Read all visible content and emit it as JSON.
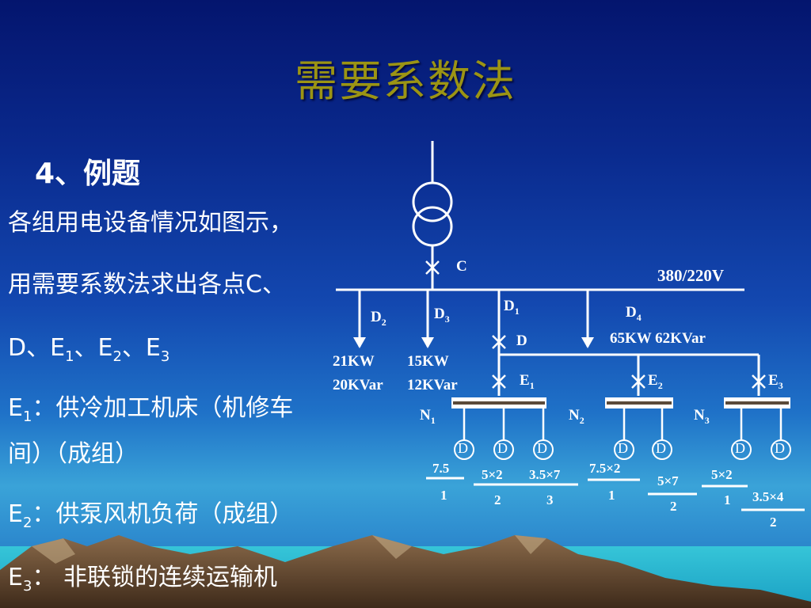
{
  "slide": {
    "title": "需要系数法",
    "heading": "4、例题",
    "lines": {
      "l1": "各组用电设备情况如图示，",
      "l2": "用需要系数法求出各点C、",
      "l3_a": "D、E",
      "l3_b": "1",
      "l3_c": "、E",
      "l3_d": "2",
      "l3_e": "、E",
      "l3_f": "3",
      "l4_a": "E",
      "l4_b": "1",
      "l4_c": "：供冷加工机床（机修车",
      "l5": "间）（成组）",
      "l6_a": "E",
      "l6_b": "2",
      "l6_c": "：供泵风机负荷（成组）",
      "l7_a": "E",
      "l7_b": "3",
      "l7_c": "： 非联锁的连续运输机"
    }
  },
  "diagram": {
    "point_c": "C",
    "voltage": "380/220V",
    "d2": {
      "main": "D",
      "sub": "2",
      "p": "21KW",
      "q": "20KVar"
    },
    "d3": {
      "main": "D",
      "sub": "3",
      "p": "15KW",
      "q": "12KVar"
    },
    "d1": {
      "main": "D",
      "sub": "1"
    },
    "d": "D",
    "d4": {
      "main": "D",
      "sub": "4",
      "pq": "65KW  62KVar"
    },
    "e1": {
      "main": "E",
      "sub": "1"
    },
    "e2": {
      "main": "E",
      "sub": "2"
    },
    "e3": {
      "main": "E",
      "sub": "3"
    },
    "n1": {
      "main": "N",
      "sub": "1"
    },
    "n2": {
      "main": "N",
      "sub": "2"
    },
    "n3": {
      "main": "N",
      "sub": "3"
    },
    "motor_label": "D",
    "groups": [
      {
        "num": "7.5",
        "den": "1"
      },
      {
        "num": "5×2",
        "den": "2"
      },
      {
        "num": "3.5×7",
        "den": "3"
      },
      {
        "num": "7.5×2",
        "den": "1"
      },
      {
        "num": "5×7",
        "den": "2"
      },
      {
        "num": "5×2",
        "den": "1"
      },
      {
        "num": "3.5×4",
        "den": "2"
      }
    ]
  }
}
